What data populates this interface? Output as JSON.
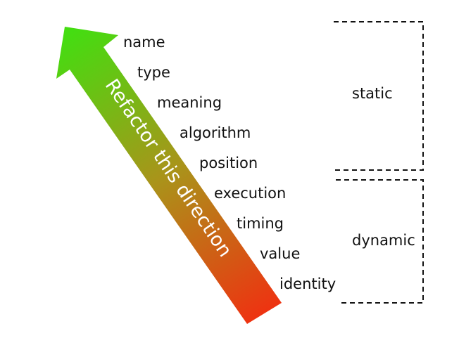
{
  "arrow": {
    "label": "Refactor this direction",
    "gradient": {
      "start": "#ee3311",
      "mid": "#a9941a",
      "end": "#44dd11"
    }
  },
  "levels": [
    "name",
    "type",
    "meaning",
    "algorithm",
    "position",
    "execution",
    "timing",
    "value",
    "identity"
  ],
  "groups": {
    "static": "static",
    "dynamic": "dynamic"
  }
}
